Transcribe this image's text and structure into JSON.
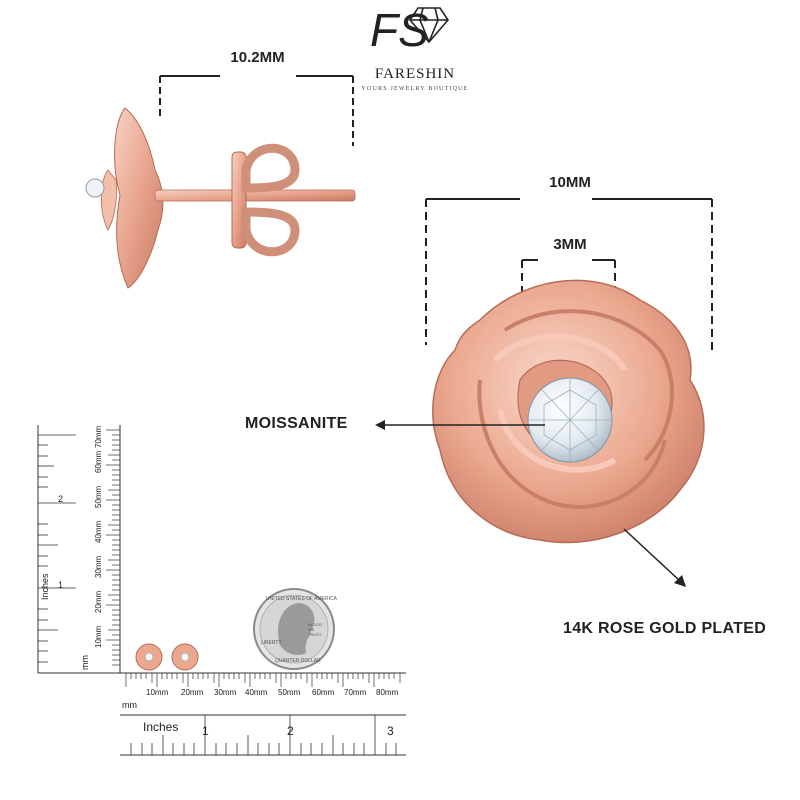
{
  "brand": {
    "name": "FARESHIN",
    "tagline": "YOURS JEWELRY BOUTIQUE",
    "logo_letters": "FS"
  },
  "dimensions": {
    "side_length": "10.2MM",
    "width": "10MM",
    "stone": "3MM"
  },
  "callouts": {
    "stone": "MOISSANITE",
    "metal": "14K ROSE GOLD PLATED"
  },
  "scale": {
    "inches_label": "Inches",
    "mm_label": "mm",
    "vertical_inch_marks": [
      "1",
      "2"
    ],
    "vertical_mm_marks": [
      "10mm",
      "20mm",
      "30mm",
      "40mm",
      "50mm",
      "60mm",
      "70mm"
    ],
    "horizontal_mm_marks": [
      "10mm",
      "20mm",
      "30mm",
      "40mm",
      "50mm",
      "60mm",
      "70mm",
      "80mm"
    ],
    "horizontal_inch_marks": [
      "1",
      "2",
      "3"
    ]
  },
  "coin": {
    "top_text": "UNITED STATES OF AMERICA",
    "left_text": "LIBERTY",
    "bottom_text": "QUARTER DOLLAR",
    "right_text": "IN GOD WE TRUST"
  },
  "colors": {
    "rose_gold": "#e8a48d",
    "rose_gold_dark": "#c97a62",
    "rose_gold_light": "#f7d2c3"
  }
}
